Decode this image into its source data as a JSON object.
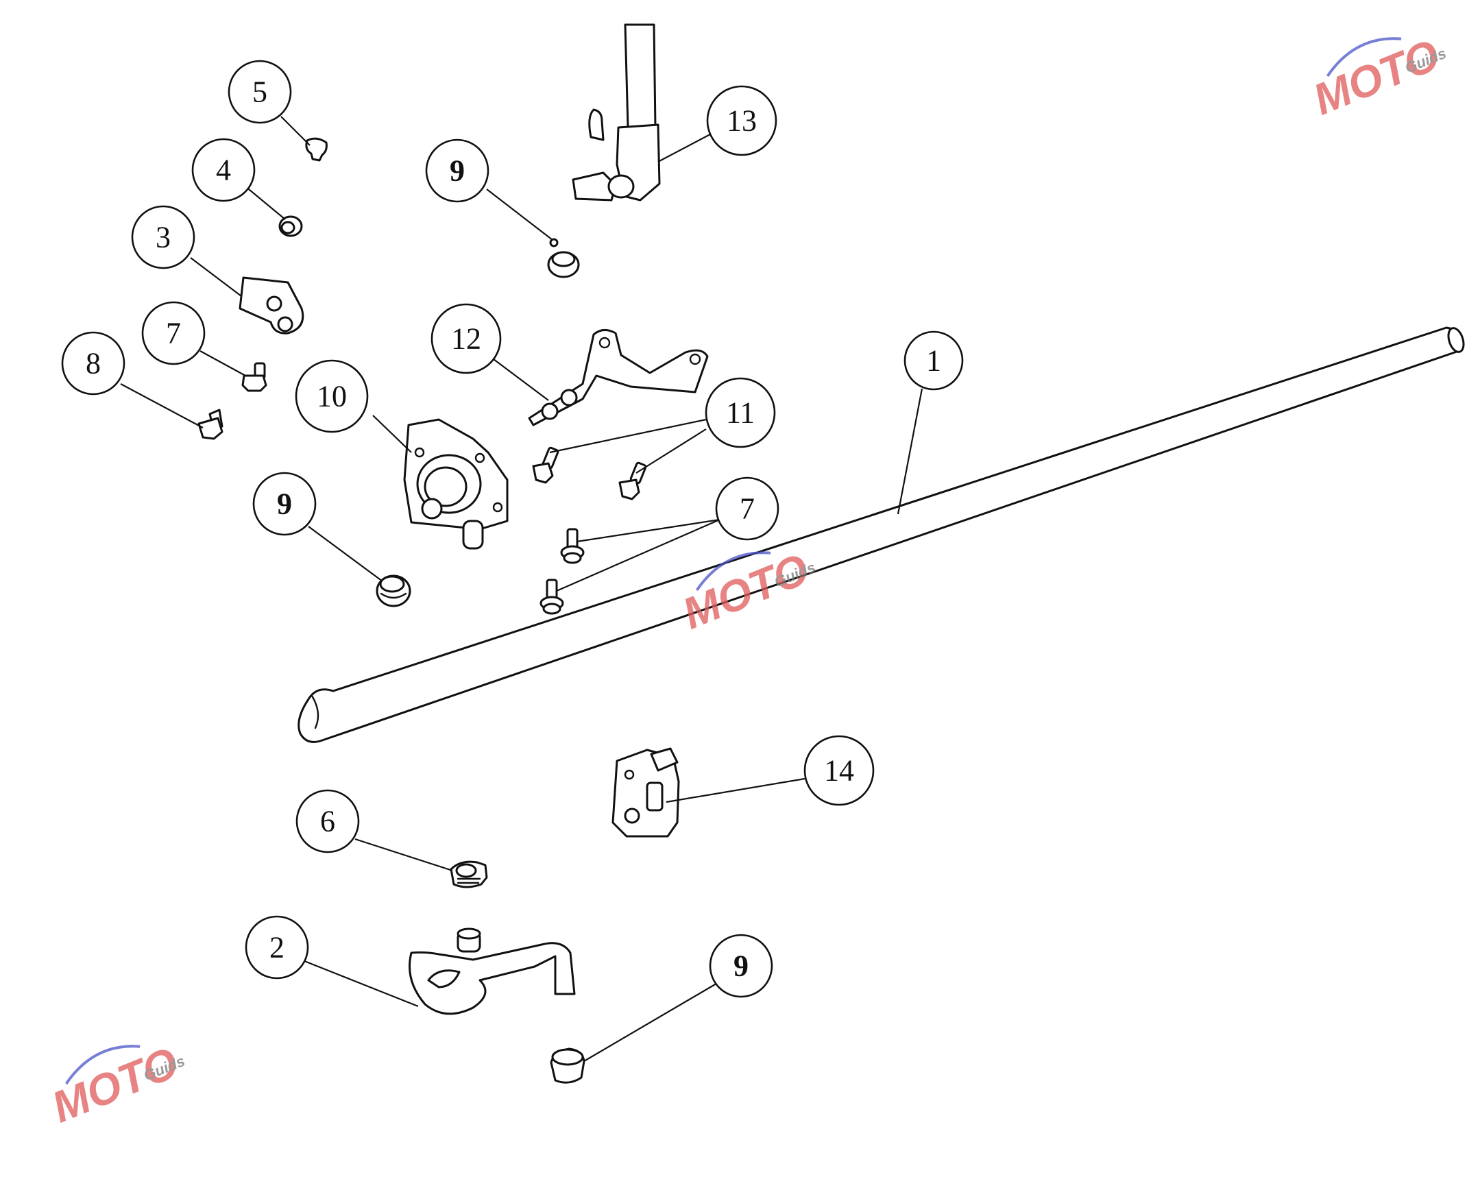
{
  "diagram": {
    "callouts": [
      {
        "id": "c1",
        "label": "1"
      },
      {
        "id": "c2",
        "label": "2"
      },
      {
        "id": "c3",
        "label": "3"
      },
      {
        "id": "c4",
        "label": "4"
      },
      {
        "id": "c5",
        "label": "5"
      },
      {
        "id": "c6",
        "label": "6"
      },
      {
        "id": "c7a",
        "label": "7"
      },
      {
        "id": "c7b",
        "label": "7"
      },
      {
        "id": "c8",
        "label": "8"
      },
      {
        "id": "c9a",
        "label": "9"
      },
      {
        "id": "c9b",
        "label": "9"
      },
      {
        "id": "c9c",
        "label": "9"
      },
      {
        "id": "c10",
        "label": "10"
      },
      {
        "id": "c11",
        "label": "11"
      },
      {
        "id": "c12",
        "label": "12"
      },
      {
        "id": "c13",
        "label": "13"
      },
      {
        "id": "c14",
        "label": "14"
      }
    ]
  },
  "watermark": {
    "brand": "MOTO",
    "tagline": "Guids",
    "colors": {
      "red": "#e05a5a",
      "blue": "#4a54c8",
      "gray": "#777777"
    }
  },
  "colors": {
    "line": "#111111",
    "background": "#ffffff"
  }
}
